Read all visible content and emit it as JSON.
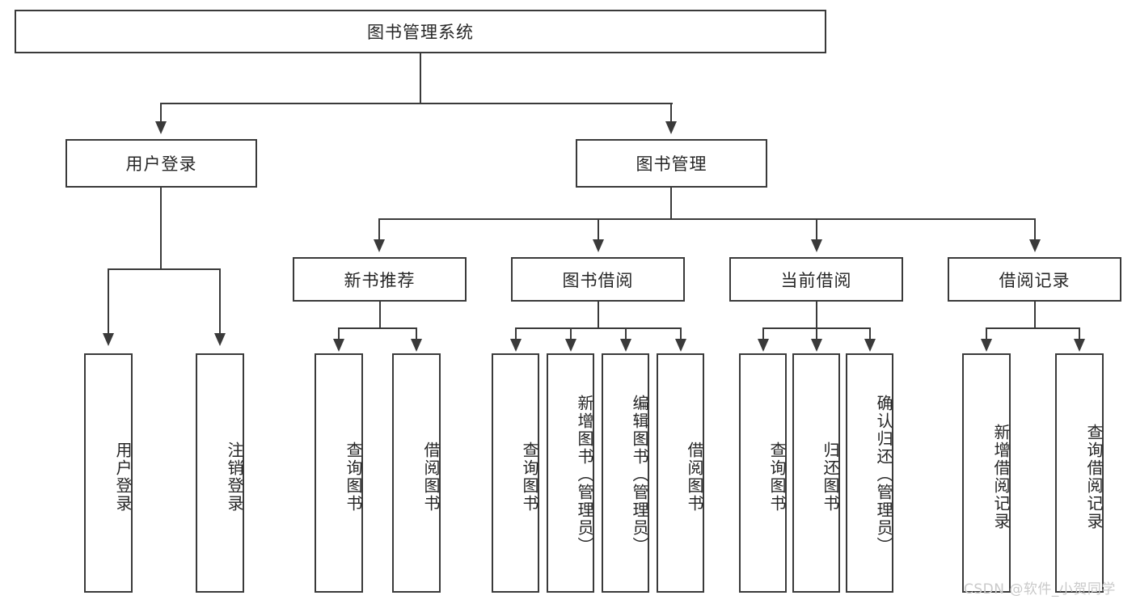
{
  "diagram": {
    "title": "图书管理系统",
    "root": {
      "label": "图书管理系统"
    },
    "level1": [
      {
        "label": "用户登录"
      },
      {
        "label": "图书管理"
      }
    ],
    "level2": [
      {
        "label": "新书推荐"
      },
      {
        "label": "图书借阅"
      },
      {
        "label": "当前借阅"
      },
      {
        "label": "借阅记录"
      }
    ],
    "leaves": {
      "user_login": [
        {
          "label": "用户登录"
        },
        {
          "label": "注销登录"
        }
      ],
      "new_book_recommend": [
        {
          "label": "查询图书"
        },
        {
          "label": "借阅图书"
        }
      ],
      "book_borrow": [
        {
          "label": "查询图书"
        },
        {
          "label": "新增图书（管理员）"
        },
        {
          "label": "编辑图书（管理员）"
        },
        {
          "label": "借阅图书"
        }
      ],
      "current_borrow": [
        {
          "label": "查询图书"
        },
        {
          "label": "归还图书"
        },
        {
          "label": "确认归还（管理员）"
        }
      ],
      "borrow_record": [
        {
          "label": "新增借阅记录"
        },
        {
          "label": "查询借阅记录"
        }
      ]
    },
    "watermark": "CSDN @软件_小贺同学",
    "colors": {
      "stroke": "#3a3a3a",
      "background": "#ffffff",
      "text": "#262626",
      "watermark": "#c9c9c9"
    }
  }
}
